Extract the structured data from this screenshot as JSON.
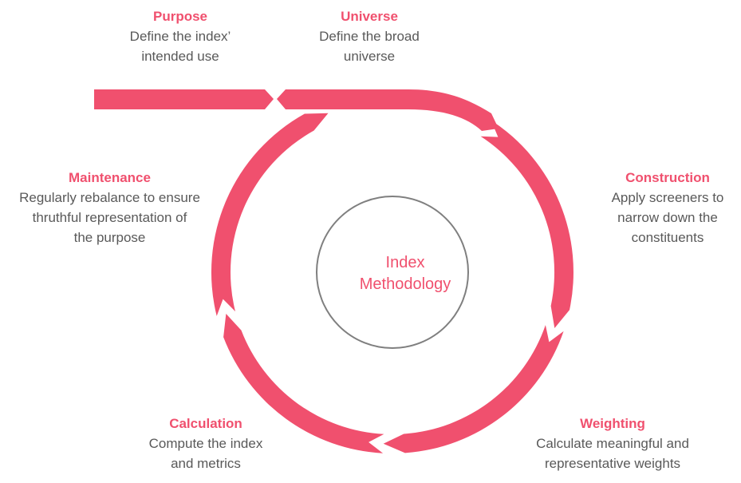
{
  "center": {
    "line1": "Index",
    "line2": "Methodology"
  },
  "stages": {
    "purpose": {
      "title": "Purpose",
      "line1": "Define the index’",
      "line2": "intended use"
    },
    "universe": {
      "title": "Universe",
      "line1": "Define the broad",
      "line2": "universe"
    },
    "construction": {
      "title": "Construction",
      "line1": "Apply screeners to",
      "line2": "narrow down the",
      "line3": "constituents"
    },
    "weighting": {
      "title": "Weighting",
      "line1": "Calculate meaningful and",
      "line2": "representative weights"
    },
    "calculation": {
      "title": "Calculation",
      "line1": "Compute the index",
      "line2": "and metrics"
    },
    "maintenance": {
      "title": "Maintenance",
      "line1": "Regularly rebalance to ensure",
      "line2": "thruthful representation of",
      "line3": "the purpose"
    }
  },
  "colors": {
    "accent": "#f0506e",
    "text": "#595959",
    "ring": "#7f7f7f"
  }
}
